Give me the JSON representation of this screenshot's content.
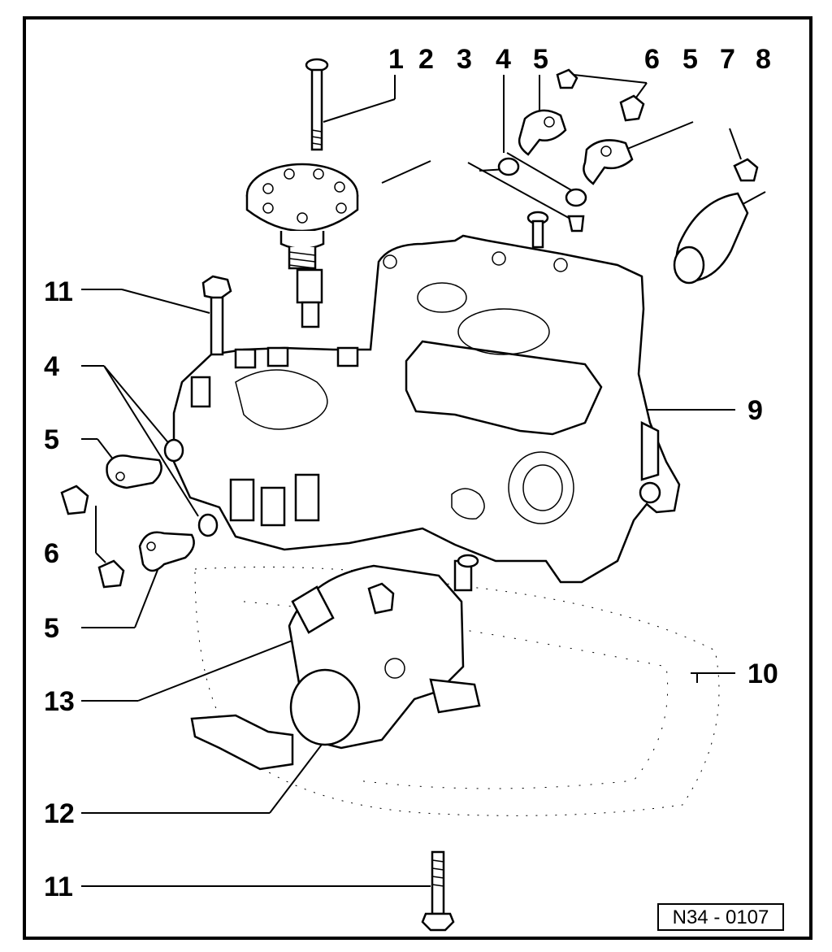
{
  "diagram": {
    "reference_code": "N34 - 0107",
    "callouts": {
      "top": [
        "1",
        "2",
        "3",
        "4",
        "5",
        "6",
        "5",
        "7",
        "8"
      ],
      "left_11_upper": "11",
      "left_4": "4",
      "left_5_upper": "5",
      "left_6": "6",
      "left_5_lower": "5",
      "right_9": "9",
      "right_10": "10",
      "left_13": "13",
      "left_12": "12",
      "left_11_lower": "11"
    }
  }
}
